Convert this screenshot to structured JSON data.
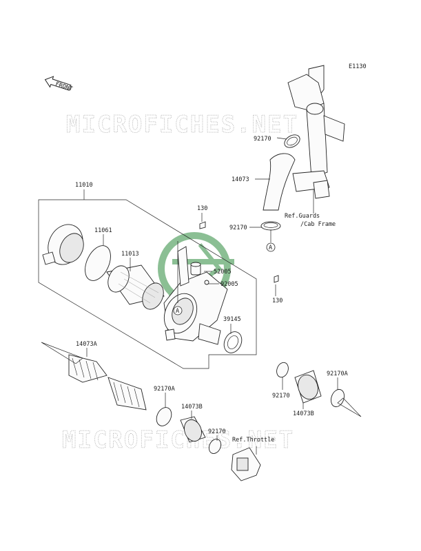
{
  "diagram_code": "E1130",
  "front_marker": "FRONT",
  "watermark_text": "MICROFICHES.NET",
  "logo_text": "Kawasaki",
  "reference_marker": "A",
  "colors": {
    "logo": "#2e8b3e",
    "watermark": "#bfbfbf",
    "ink": "#222222"
  },
  "callouts": {
    "p11010": "11010",
    "p11061": "11061",
    "p11013": "11013",
    "p130_top": "130",
    "p130_right": "130",
    "p92170_top": "92170",
    "p92170_mid": "92170",
    "p92170_low": "92170",
    "p92170_bottom": "92170",
    "p14073": "14073",
    "p52005": "52005",
    "p92005": "92005",
    "p39145": "39145",
    "p14073A": "14073A",
    "p92170A_left": "92170A",
    "p92170A_right": "92170A",
    "p14073B_left": "14073B",
    "p14073B_right": "14073B"
  },
  "references": {
    "guards_line1": "Ref.Guards",
    "guards_line2": "/Cab Frame",
    "throttle": "Ref.Throttle"
  }
}
